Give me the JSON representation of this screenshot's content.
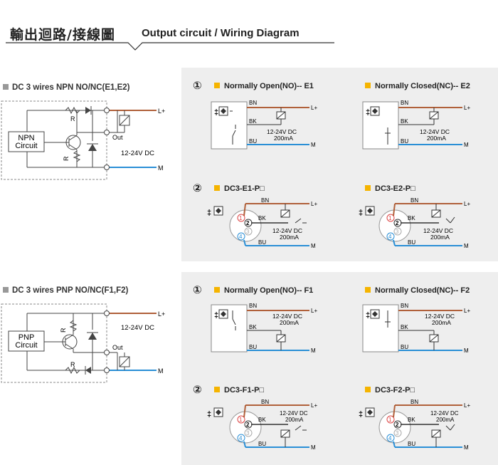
{
  "header": {
    "title_zh": "輸出迴路/接線圖",
    "title_en": "Output circuit / Wiring Diagram"
  },
  "npn": {
    "title": "DC 3 wires NPN NO/NC(E1,E2)",
    "circuit_label_1": "NPN",
    "circuit_label_2": "Circuit",
    "r": "R",
    "out": "Out",
    "voltage": "12-24V DC",
    "lplus": "L+",
    "m": "M"
  },
  "pnp": {
    "title": "DC 3 wires PNP NO/NC(F1,F2)",
    "circuit_label_1": "PNP",
    "circuit_label_2": "Circuit",
    "r": "R",
    "out": "Out",
    "voltage": "12-24V DC",
    "lplus": "L+",
    "m": "M"
  },
  "panel1": {
    "n1": "①",
    "n2": "②",
    "no_title": "Normally Open(NO)-- E1",
    "nc_title": "Normally Closed(NC)-- E2",
    "p_title_a": "DC3-E1-P□",
    "p_title_b": "DC3-E2-P□"
  },
  "panel2": {
    "n1": "①",
    "n2": "②",
    "no_title": "Normally Open(NO)-- F1",
    "nc_title": "Normally Closed(NC)-- F2",
    "p_title_a": "DC3-F1-P□",
    "p_title_b": "DC3-F2-P□"
  },
  "wires": {
    "bn": "BN",
    "bk": "BK",
    "bu": "BU",
    "lplus": "L+",
    "m": "M",
    "voltage": "12-24V DC",
    "current": "200mA"
  },
  "colors": {
    "brown": "#b0603a",
    "blue": "#2a8fd6",
    "panel": "#eeeeee",
    "accent": "#f5b400"
  }
}
